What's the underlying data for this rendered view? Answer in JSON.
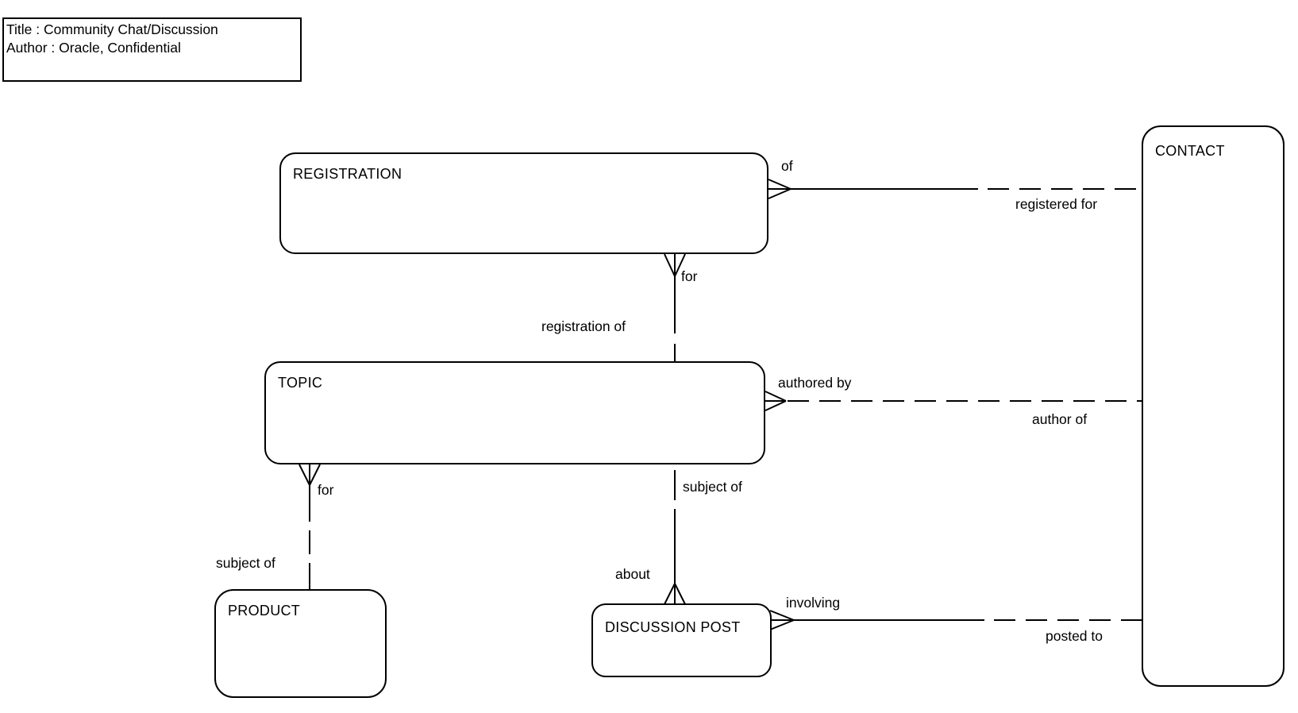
{
  "page": {
    "background_color": "#ffffff",
    "line_color": "#000000"
  },
  "title_block": {
    "title": "Title : Community Chat/Discussion",
    "author": "Author : Oracle, Confidential"
  },
  "entities": [
    {
      "name": "REGISTRATION"
    },
    {
      "name": "TOPIC"
    },
    {
      "name": "PRODUCT"
    },
    {
      "name": "DISCUSSION POST"
    },
    {
      "name": "CONTACT"
    }
  ],
  "relationships": [
    {
      "from": "REGISTRATION",
      "to": "CONTACT",
      "near_label": "of",
      "far_label": "registered for"
    },
    {
      "from": "REGISTRATION",
      "to": "TOPIC",
      "near_label": "for",
      "far_label": "registration of"
    },
    {
      "from": "TOPIC",
      "to": "CONTACT",
      "near_label": "authored by",
      "far_label": "author of"
    },
    {
      "from": "TOPIC",
      "to": "PRODUCT",
      "near_label": "for",
      "far_label": "subject of"
    },
    {
      "from": "TOPIC",
      "to": "DISCUSSION POST",
      "near_label": "subject of",
      "far_label": "about"
    },
    {
      "from": "DISCUSSION POST",
      "to": "CONTACT",
      "near_label": "involving",
      "far_label": "posted to"
    }
  ]
}
